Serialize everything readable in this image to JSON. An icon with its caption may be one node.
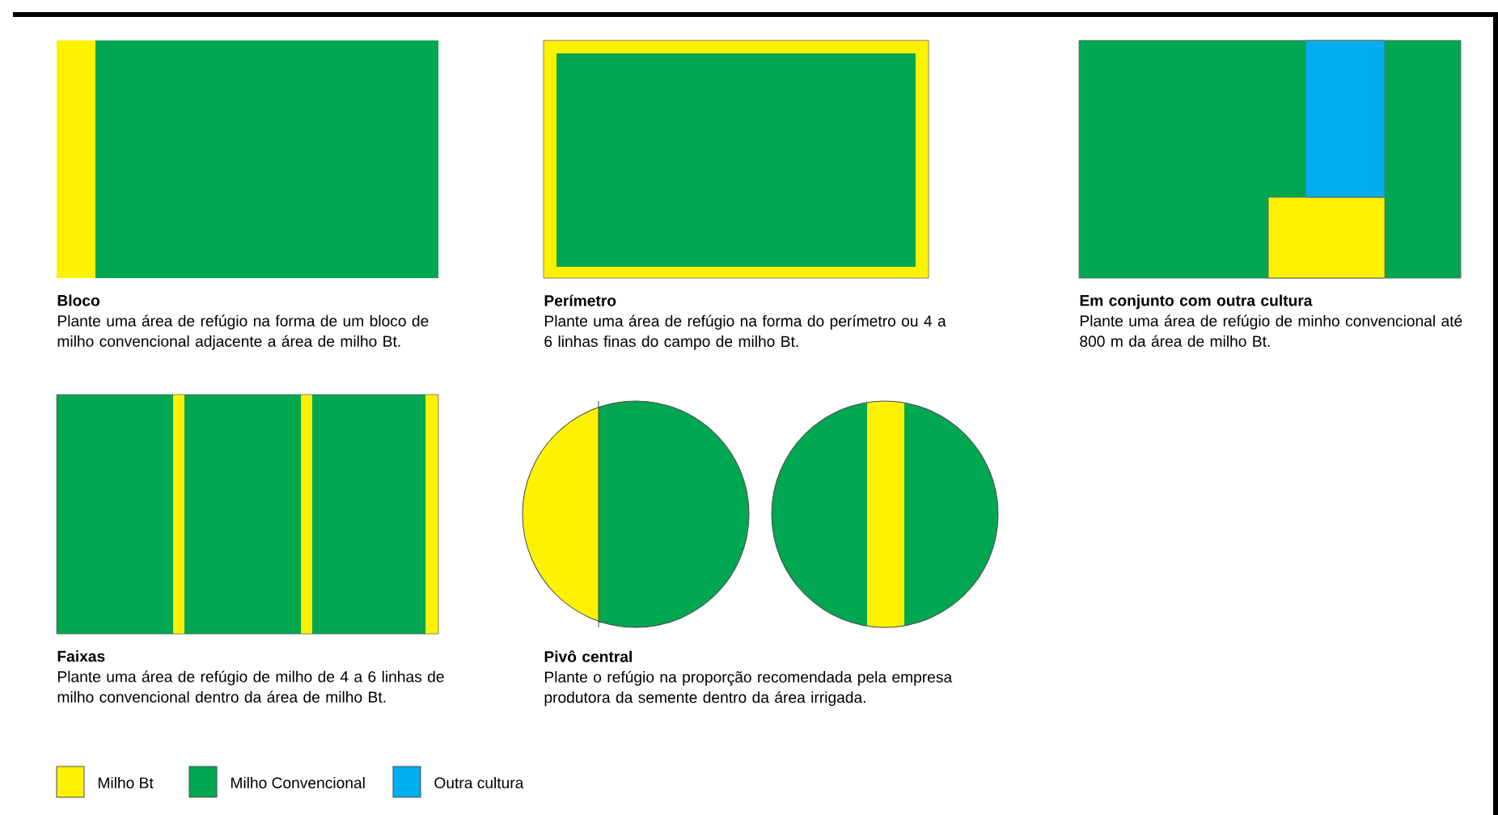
{
  "diagram": {
    "nodes": [
      {
        "text": [
          "Bloco",
          "Plante uma área de refúgio na forma de um bloco de milho convencional adjacente a área de milho Bt."
        ]
      },
      {
        "text": [
          "Perímetro",
          "Plante uma área de refúgio na forma do perímetro ou 4 a 6 linhas finas do campo de milho Bt."
        ]
      },
      {
        "text": [
          "Em conjunto com outra cultura",
          "Plante uma área de refúgio de minho convencional até 800 m da área de milho Bt."
        ]
      },
      {
        "text": [
          "Faixas",
          "Plante uma área de refúgio de milho de 4 a 6 linhas de milho convencional dentro da área de milho Bt."
        ]
      },
      {
        "text": [
          "Pivô central",
          "Plante o refúgio na proporção recomendada pela empresa produtora da semente dentro da área irrigada."
        ]
      }
    ],
    "legend": [
      {
        "text": "Milho Bt",
        "color": "#fff200"
      },
      {
        "text": "Milho Convencional",
        "color": "#00a650"
      },
      {
        "text": "Outra cultura",
        "color": "#00aeef"
      }
    ]
  }
}
